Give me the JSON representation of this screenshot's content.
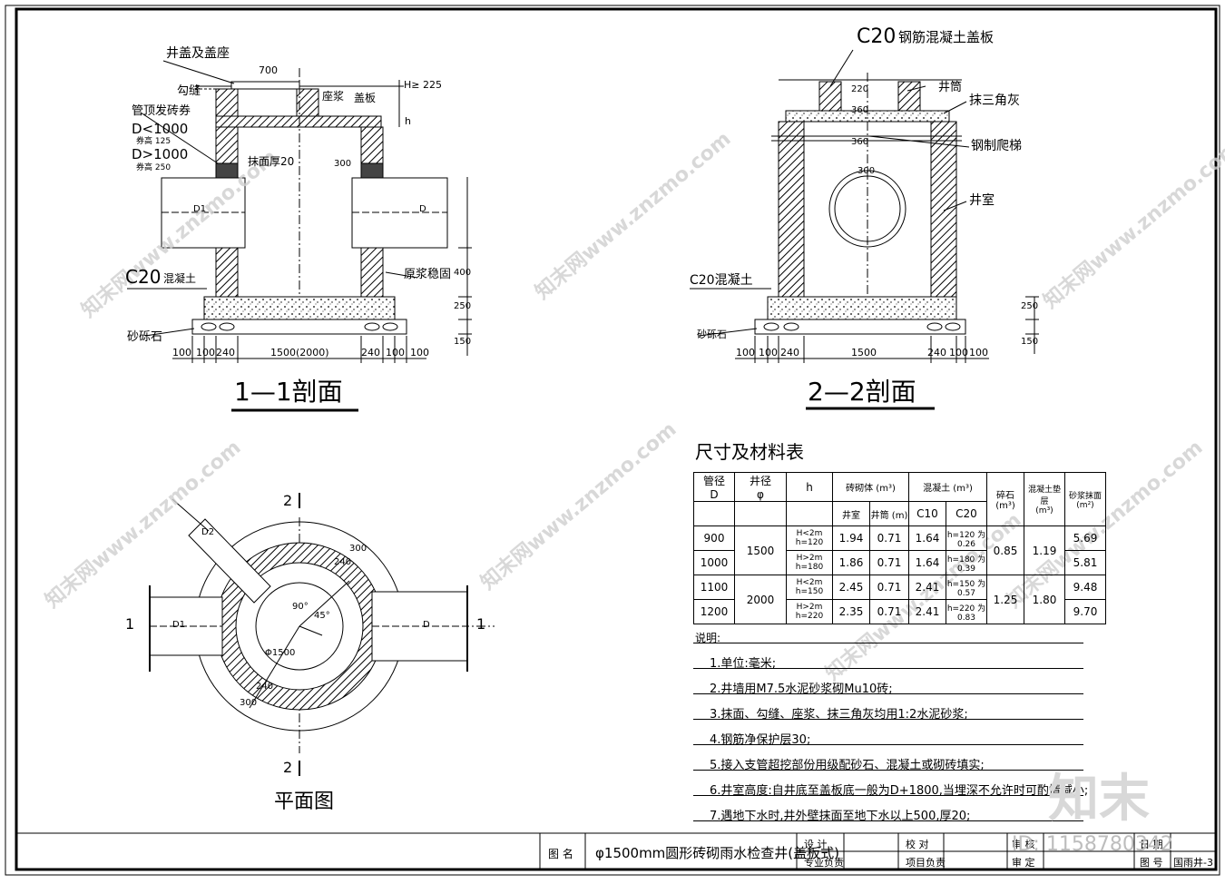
{
  "section11": {
    "title": "1—1剖面",
    "labels": {
      "cover": "井盖及盖座",
      "w700": "700",
      "goufeng": "勾缝",
      "zuojiang": "座浆",
      "gaiban": "盖板",
      "h225": "H≥ 225",
      "h": "h",
      "pipe_brick": "管顶发砖券",
      "d_lt": "D<1000",
      "quan125": "券高 125",
      "d_gt": "D>1000",
      "quan250": "券高 250",
      "plaster": "抹面厚20",
      "v300": "300",
      "d1": "D1",
      "d": "D",
      "yuanjiang": "原浆稳固",
      "c20": "C20",
      "hunningtu": "混凝土",
      "v400": "400",
      "v250": "250",
      "v150": "150",
      "shali": "砂砾石"
    },
    "dims": [
      "100",
      "100",
      "240",
      "1500(2000)",
      "240",
      "100",
      "100"
    ]
  },
  "section22": {
    "title": "2—2剖面",
    "labels": {
      "c20slab": "C20",
      "slab_text": "钢筋混凝土盖板",
      "jingtong": "井筒",
      "v220": "220",
      "v360a": "360",
      "v360b": "360",
      "triangle": "抹三角灰",
      "ladder": "钢制爬梯",
      "v300": "300",
      "jingshi": "井室",
      "c20conc": "C20混凝土",
      "v250": "250",
      "v150": "150",
      "shali": "砂砾石"
    },
    "dims": [
      "100",
      "100",
      "240",
      "1500",
      "240",
      "100",
      "100"
    ]
  },
  "plan": {
    "title": "平面图",
    "mark2": "2",
    "mark1": "1",
    "labels": {
      "d2": "D2",
      "r240": "240",
      "r300": "300",
      "a90": "90°",
      "a45": "45°",
      "phi": "Φ1500",
      "l300": "300",
      "l240": "240",
      "d1": "D1",
      "d": "D"
    }
  },
  "table": {
    "title": "尺寸及材料表",
    "headers": {
      "pipe": "管径",
      "D": "D",
      "well": "井径",
      "phi": "φ",
      "h": "h",
      "masonry": "砖砌体  (m³)",
      "chamber": "井室",
      "shaft": "井筒 (m)",
      "concrete": "混凝土  (m³)",
      "c10": "C10",
      "c20": "C20",
      "gravel": "碎石",
      "gravel_unit": "(m³)",
      "cushion": "混凝土垫层",
      "cushion_unit": "(m³)",
      "mortar": "砂浆抹面",
      "mortar_unit": "(m²)"
    },
    "rows": [
      {
        "D": "900",
        "phi": "1500",
        "h": "H<2m h=120",
        "chamber": "1.94",
        "shaft": "0.71",
        "c10": "1.64",
        "c20": "h=120 为0.26",
        "gravel": "0.85",
        "cushion": "1.19",
        "mortar": "5.69"
      },
      {
        "D": "1000",
        "h": "H>2m h=180",
        "chamber": "1.86",
        "shaft": "0.71",
        "c10": "1.64",
        "c20": "h=180 为0.39",
        "mortar": "5.81"
      },
      {
        "D": "1100",
        "phi": "2000",
        "h": "H<2m h=150",
        "chamber": "2.45",
        "shaft": "0.71",
        "c10": "2.41",
        "c20": "h=150 为0.57",
        "gravel": "1.25",
        "cushion": "1.80",
        "mortar": "9.48"
      },
      {
        "D": "1200",
        "h": "H>2m h=220",
        "chamber": "2.35",
        "shaft": "0.71",
        "c10": "2.41",
        "c20": "h=220 为0.83",
        "mortar": "9.70"
      }
    ]
  },
  "notes": {
    "heading": "说明:",
    "items": [
      "1.单位:毫米;",
      "2.井墙用M7.5水泥砂浆砌Mu10砖;",
      "3.抹面、勾缝、座浆、抹三角灰均用1:2水泥砂浆;",
      "4.钢筋净保护层30;",
      "5.接入支管超挖部份用级配砂石、混凝土或砌砖填实;",
      "6.井室高度:自井底至盖板底一般为D+1800,当埋深不允许时可酌情减小;",
      "7.遇地下水时,井外壁抹面至地下水以上500,厚20;"
    ]
  },
  "titleblock": {
    "label_name": "图  名",
    "drawing_name": "φ1500mm圆形砖砌雨水检查井(盖板式)",
    "design": "设  计",
    "check": "校  对",
    "lead": "专业负责",
    "project_lead": "项目负责",
    "review": "审  核",
    "approve": "审  定",
    "date": "日  期",
    "sheet_no": "图  号",
    "sheet_value": "国雨井-3"
  },
  "watermark": {
    "brand": "知末",
    "id": "ID: 1158780342",
    "site": "知末网www.znzmo.com"
  }
}
